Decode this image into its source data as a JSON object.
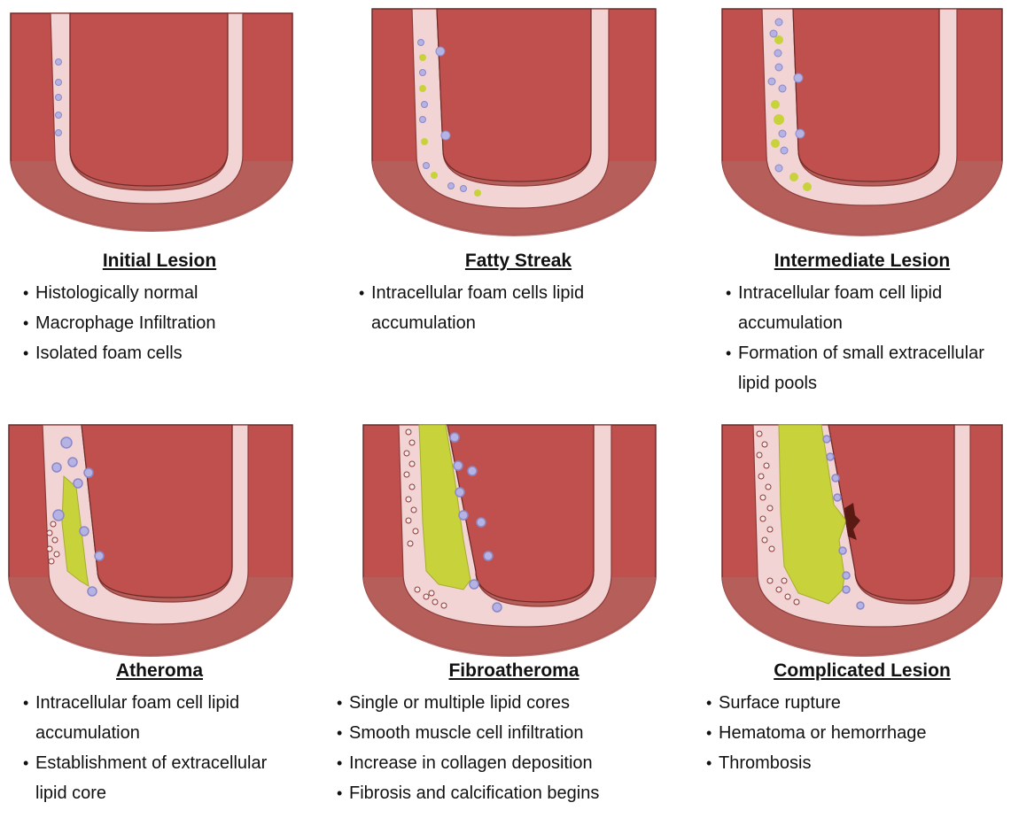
{
  "stages": [
    {
      "id": "initial",
      "title": "Initial Lesion",
      "bullets": [
        "Histologically normal",
        "Macrophage Infiltration",
        "Isolated foam cells"
      ]
    },
    {
      "id": "fatty",
      "title": "Fatty Streak",
      "bullets": [
        "Intracellular foam cells lipid accumulation"
      ]
    },
    {
      "id": "intermediate",
      "title": "Intermediate Lesion",
      "bullets": [
        "Intracellular foam cell lipid accumulation",
        "Formation of small extracellular lipid pools"
      ]
    },
    {
      "id": "atheroma",
      "title": "Atheroma",
      "bullets": [
        "Intracellular foam cell lipid accumulation",
        "Establishment of extracellular lipid core"
      ]
    },
    {
      "id": "fibro",
      "title": "Fibroatheroma",
      "bullets": [
        "Single or multiple lipid cores",
        "Smooth muscle cell infiltration",
        "Increase in collagen deposition",
        "Fibrosis and calcification begins"
      ]
    },
    {
      "id": "complicated",
      "title": "Complicated Lesion",
      "bullets": [
        "Surface rupture",
        "Hematoma or hemorrhage",
        "Thrombosis"
      ]
    }
  ],
  "colors": {
    "media": "#c0504d",
    "media_dark": "#7a2d2b",
    "adventitia": "#b3605d",
    "intima": "#f2d4d4",
    "lipid": "#c8d23a",
    "macrophage": "#b5b3e3",
    "calcification": "#f4e8e8",
    "thrombus": "#5a1a14"
  }
}
